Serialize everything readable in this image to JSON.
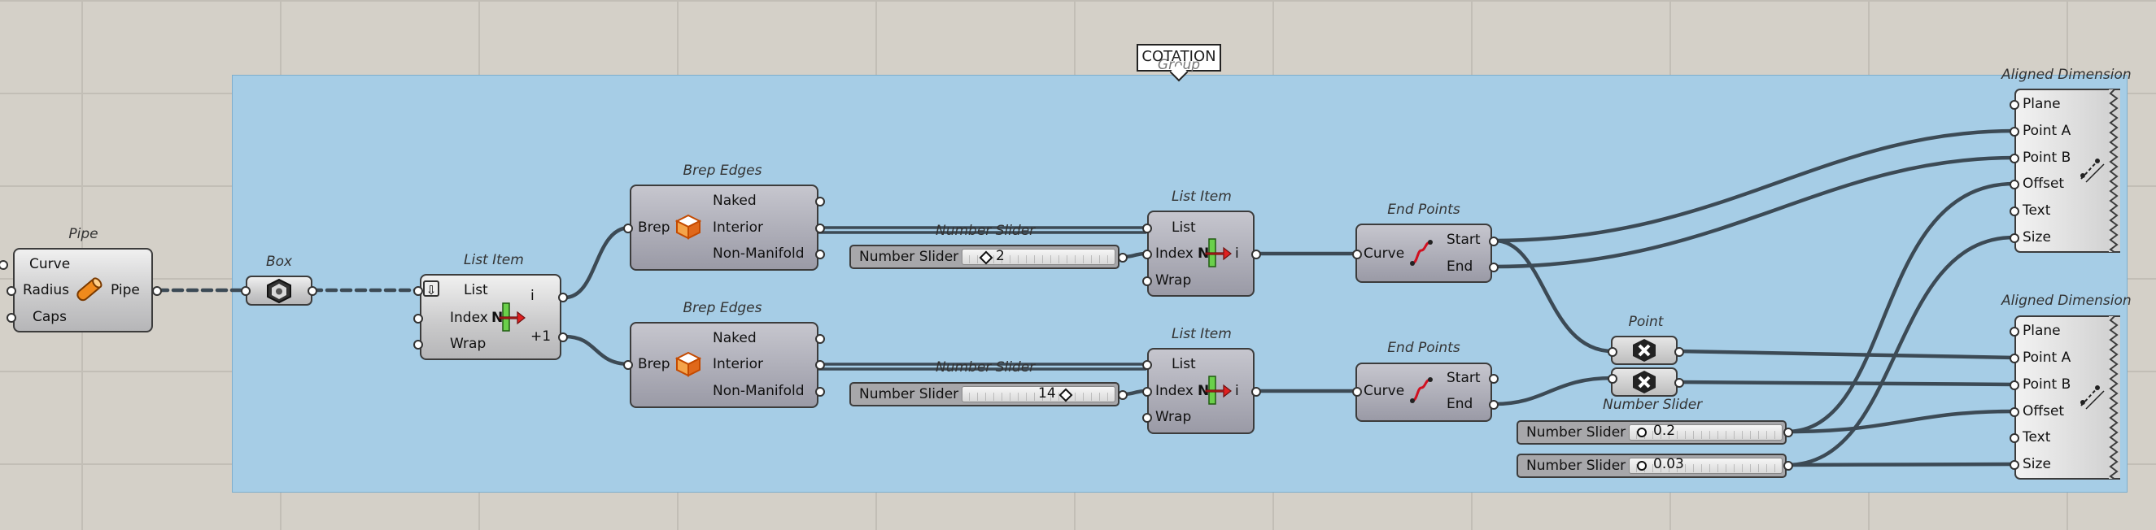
{
  "group": {
    "name": "COTATION",
    "faint_label": "Group"
  },
  "pipe": {
    "title": "Pipe",
    "inputs": [
      "Curve",
      "Radius",
      "Caps"
    ],
    "output": "Pipe",
    "icon": "pipe-icon"
  },
  "box": {
    "title": "Box",
    "icon": "hexagon-nut-icon"
  },
  "list_item_main": {
    "title": "List Item",
    "inputs": [
      "List",
      "Index",
      "Wrap"
    ],
    "outputs": [
      "i",
      "+1"
    ],
    "index_letter": "N",
    "icon": "list-item-icon"
  },
  "brep_edges": [
    {
      "title": "Brep Edges",
      "input": "Brep",
      "outputs": [
        "Naked",
        "Interior",
        "Non-Manifold"
      ],
      "icon": "brep-cube-icon"
    },
    {
      "title": "Brep Edges",
      "input": "Brep",
      "outputs": [
        "Naked",
        "Interior",
        "Non-Manifold"
      ],
      "icon": "brep-cube-icon"
    }
  ],
  "sliders_index": [
    {
      "title": "Number Slider",
      "label": "Number Slider",
      "value": "2"
    },
    {
      "title": "Number Slider",
      "label": "Number Slider",
      "value": "14"
    }
  ],
  "list_items": [
    {
      "title": "List Item",
      "inputs": [
        "List",
        "Index",
        "Wrap"
      ],
      "output": "i",
      "index_letter": "N"
    },
    {
      "title": "List Item",
      "inputs": [
        "List",
        "Index",
        "Wrap"
      ],
      "output": "i",
      "index_letter": "N"
    }
  ],
  "end_points": [
    {
      "title": "End Points",
      "input": "Curve",
      "outputs": [
        "Start",
        "End"
      ],
      "icon": "curve-endpoints-icon"
    },
    {
      "title": "End Points",
      "input": "Curve",
      "outputs": [
        "Start",
        "End"
      ],
      "icon": "curve-endpoints-icon"
    }
  ],
  "point": {
    "title": "Point",
    "icon": "point-x-icon"
  },
  "sliders_dim": {
    "title": "Number Slider",
    "items": [
      {
        "label": "Number Slider",
        "value": "0.2"
      },
      {
        "label": "Number Slider",
        "value": "0.03"
      }
    ]
  },
  "aligned_dimensions": [
    {
      "title": "Aligned Dimension",
      "inputs": [
        "Plane",
        "Point A",
        "Point B",
        "Offset",
        "Text",
        "Size"
      ],
      "icon": "dimension-icon"
    },
    {
      "title": "Aligned Dimension",
      "inputs": [
        "Plane",
        "Point A",
        "Point B",
        "Offset",
        "Text",
        "Size"
      ],
      "icon": "dimension-icon"
    }
  ],
  "colors": {
    "canvas": "#d4d0c8",
    "group_fill": "#a6cde6",
    "wire": "#3c4a55",
    "component_dark": "#3c3c3c"
  }
}
